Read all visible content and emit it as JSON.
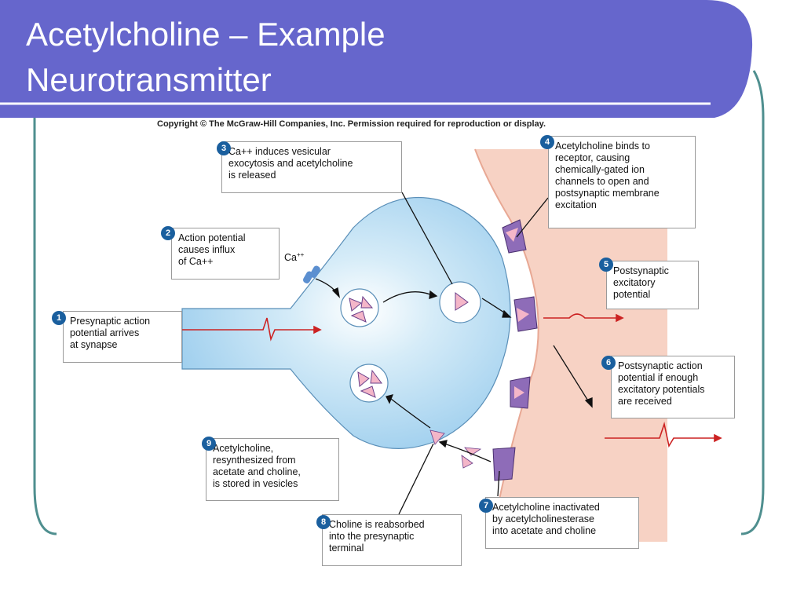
{
  "slide": {
    "title_line1": "Acetylcholine – Example",
    "title_line2": "Neurotransmitter",
    "copyright": "Copyright © The McGraw-Hill Companies, Inc. Permission required for reproduction or display.",
    "colors": {
      "title_bar": "#6666cc",
      "frame": "#4f8f8f",
      "presynaptic": "#a9d6f0",
      "postsynaptic": "#f7d2c4",
      "vesicle_fill": "#f4b6c8",
      "arrow_red": "#cc2222",
      "badge": "#1a5f9e",
      "receptor": "#8e6cb8"
    }
  },
  "diagram": {
    "ca_label": "Ca",
    "ca_sup": "++",
    "steps": [
      {
        "number": "1",
        "lines": [
          "Presynaptic action",
          "potential arrives",
          "at synapse"
        ]
      },
      {
        "number": "2",
        "lines": [
          "Action potential",
          "causes influx",
          "of Ca++"
        ]
      },
      {
        "number": "3",
        "lines": [
          "Ca++ induces vesicular",
          "exocytosis and acetylcholine",
          "is released"
        ]
      },
      {
        "number": "4",
        "lines": [
          "Acetylcholine binds to",
          "receptor, causing",
          "chemically-gated ion",
          "channels to open and",
          "postsynaptic membrane",
          "excitation"
        ]
      },
      {
        "number": "5",
        "lines": [
          "Postsynaptic",
          "excitatory",
          "potential"
        ]
      },
      {
        "number": "6",
        "lines": [
          "Postsynaptic action",
          "potential if enough",
          "excitatory potentials",
          "are received"
        ]
      },
      {
        "number": "7",
        "lines": [
          "Acetylcholine inactivated",
          "by acetylcholinesterase",
          "into acetate and choline"
        ]
      },
      {
        "number": "8",
        "lines": [
          "Choline is reabsorbed",
          "into the presynaptic",
          "terminal"
        ]
      },
      {
        "number": "9",
        "lines": [
          "Acetylcholine,",
          "resynthesized from",
          "acetate and choline,",
          "is stored in vesicles"
        ]
      }
    ]
  }
}
